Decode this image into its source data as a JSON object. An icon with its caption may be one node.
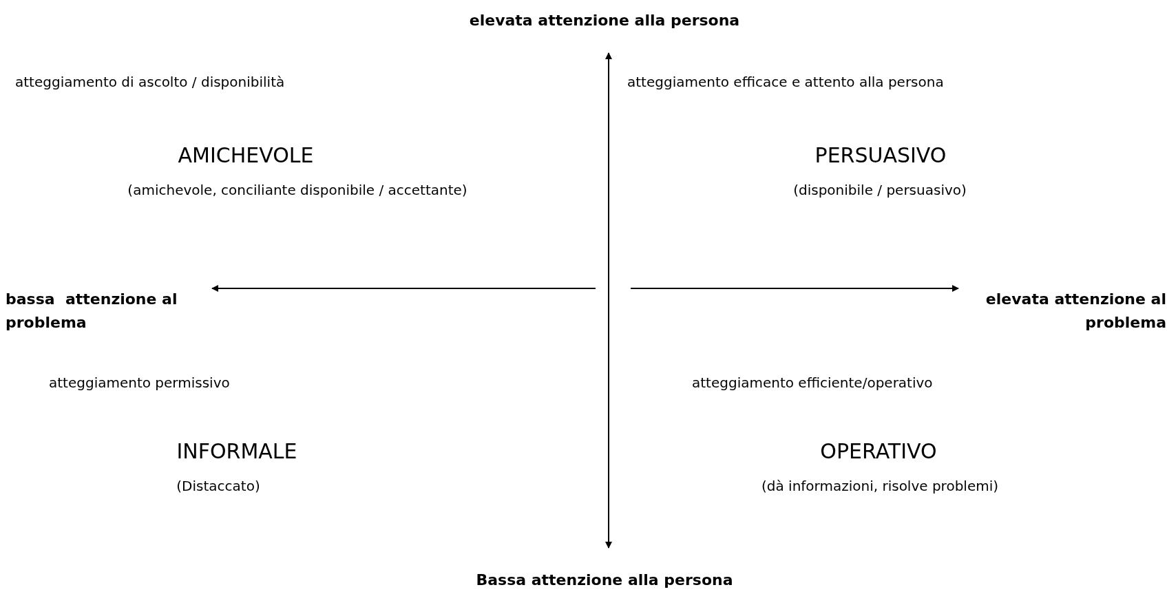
{
  "diagram": {
    "nodes": [
      {
        "text": [
          "elevata attenzione alla persona"
        ]
      },
      {
        "text": [
          "bassa  attenzione al problema"
        ]
      },
      {
        "text": [
          "elevata attenzione al problema"
        ]
      },
      {
        "text": [
          "Bassa attenzione alla persona"
        ]
      }
    ],
    "edges": [
      {
        "from": 0,
        "to": 3,
        "arrow": "both"
      },
      {
        "from": null,
        "to": 1,
        "arrow": "to"
      },
      {
        "from": null,
        "to": 2,
        "arrow": "to"
      }
    ],
    "labels": [
      "atteggiamento di ascolto / disponibilità",
      "atteggiamento efficace e attento alla persona",
      "AMICHEVOLE",
      "PERSUASIVO",
      "(amichevole, conciliante disponibile / accettante)",
      "(disponibile / persuasivo)",
      "atteggiamento permissivo",
      "atteggiamento efficiente/operativo",
      "INFORMALE",
      "OPERATIVO",
      "(Distaccato)",
      "(dà informazioni, risolve problemi)"
    ]
  }
}
